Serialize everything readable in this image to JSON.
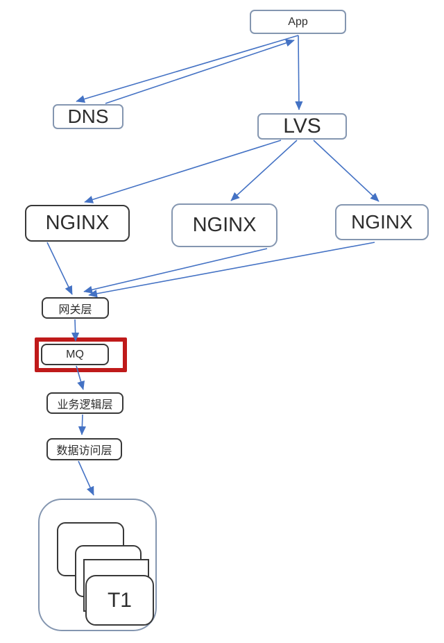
{
  "diagram": {
    "nodes": {
      "app": {
        "label": "App"
      },
      "dns": {
        "label": "DNS"
      },
      "lvs": {
        "label": "LVS"
      },
      "nginx1": {
        "label": "NGINX"
      },
      "nginx2": {
        "label": "NGINX"
      },
      "nginx3": {
        "label": "NGINX"
      },
      "gateway": {
        "label": "网关层"
      },
      "mq": {
        "label": "MQ"
      },
      "business": {
        "label": "业务逻辑层"
      },
      "data_access": {
        "label": "数据访问层"
      },
      "db_front": {
        "label": "T1"
      }
    },
    "edges": [
      {
        "from": "app",
        "to": "dns"
      },
      {
        "from": "dns",
        "to": "app"
      },
      {
        "from": "app",
        "to": "lvs"
      },
      {
        "from": "lvs",
        "to": "nginx1"
      },
      {
        "from": "lvs",
        "to": "nginx2"
      },
      {
        "from": "lvs",
        "to": "nginx3"
      },
      {
        "from": "nginx1",
        "to": "gateway"
      },
      {
        "from": "nginx2",
        "to": "gateway"
      },
      {
        "from": "nginx3",
        "to": "gateway"
      },
      {
        "from": "gateway",
        "to": "mq"
      },
      {
        "from": "mq",
        "to": "business"
      },
      {
        "from": "business",
        "to": "data_access"
      },
      {
        "from": "data_access",
        "to": "database_cluster"
      }
    ],
    "highlight": {
      "target": "mq",
      "color": "#bf1a1a"
    },
    "colors": {
      "arrow": "#4472c4",
      "border_blue_gray": "#8496b0",
      "border_dark": "#383838",
      "highlight_red": "#bf1a1a",
      "text": "#2d2d2d",
      "background": "#ffffff"
    }
  }
}
